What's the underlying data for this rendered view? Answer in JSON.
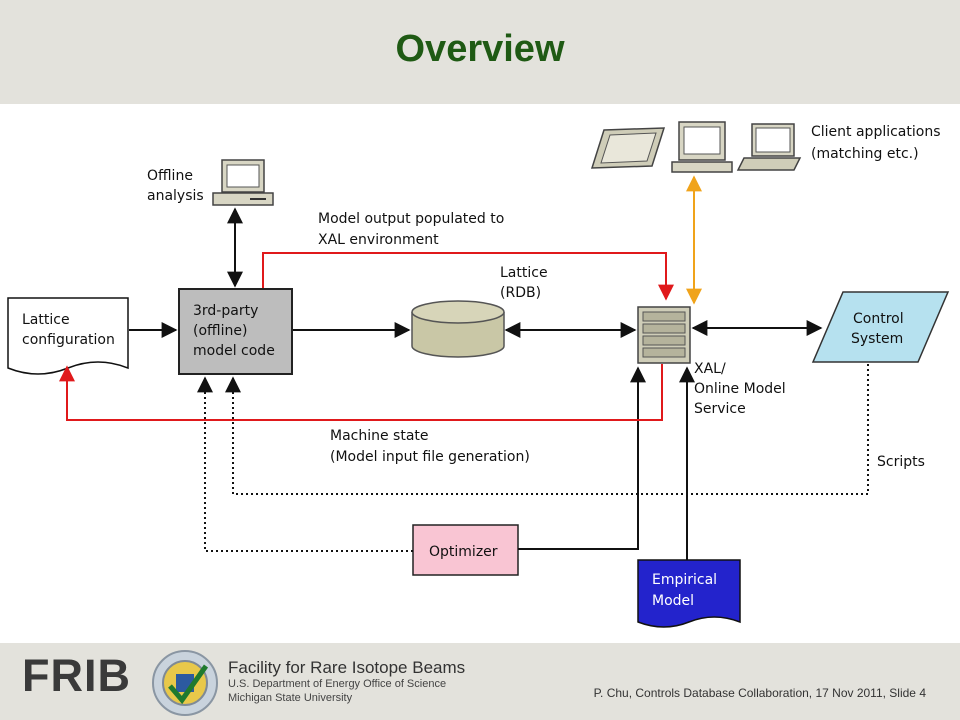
{
  "slide": {
    "title": "Overview"
  },
  "diagram": {
    "nodes": {
      "lattice_config": [
        "Lattice",
        "configuration"
      ],
      "model_code": [
        "3rd-party",
        "(offline)",
        "model code"
      ],
      "offline_analysis": [
        "Offline",
        "analysis"
      ],
      "lattice_rdb": [
        "Lattice",
        "(RDB)"
      ],
      "xal_service": [
        "XAL/",
        "Online Model",
        "Service"
      ],
      "control_system": [
        "Control",
        "System"
      ],
      "client_apps": [
        "Client applications",
        "(matching etc.)"
      ],
      "optimizer": "Optimizer",
      "empirical_model": [
        "Empirical",
        "Model"
      ]
    },
    "edges": {
      "model_output": [
        "Model output populated to",
        "XAL environment"
      ],
      "machine_state": [
        "Machine state",
        "(Model input file generation)"
      ],
      "scripts": "Scripts"
    },
    "colors": {
      "red_arrow": "#e0191b",
      "orange_arrow": "#f0a31a",
      "rdb_fill": "#c9c7a6",
      "control_fill": "#b6e1ef",
      "optimizer_fill": "#f9c5d3",
      "empirical_fill": "#2323cc",
      "model_code_fill": "#bdbdbd"
    }
  },
  "footer": {
    "logo_text": "FRIB",
    "org_name": "Facility for Rare Isotope Beams",
    "org_line2": "U.S. Department of Energy Office of Science",
    "org_line3": "Michigan State University",
    "credit": "P. Chu,  Controls Database Collaboration, 17 Nov 2011, Slide 4"
  }
}
